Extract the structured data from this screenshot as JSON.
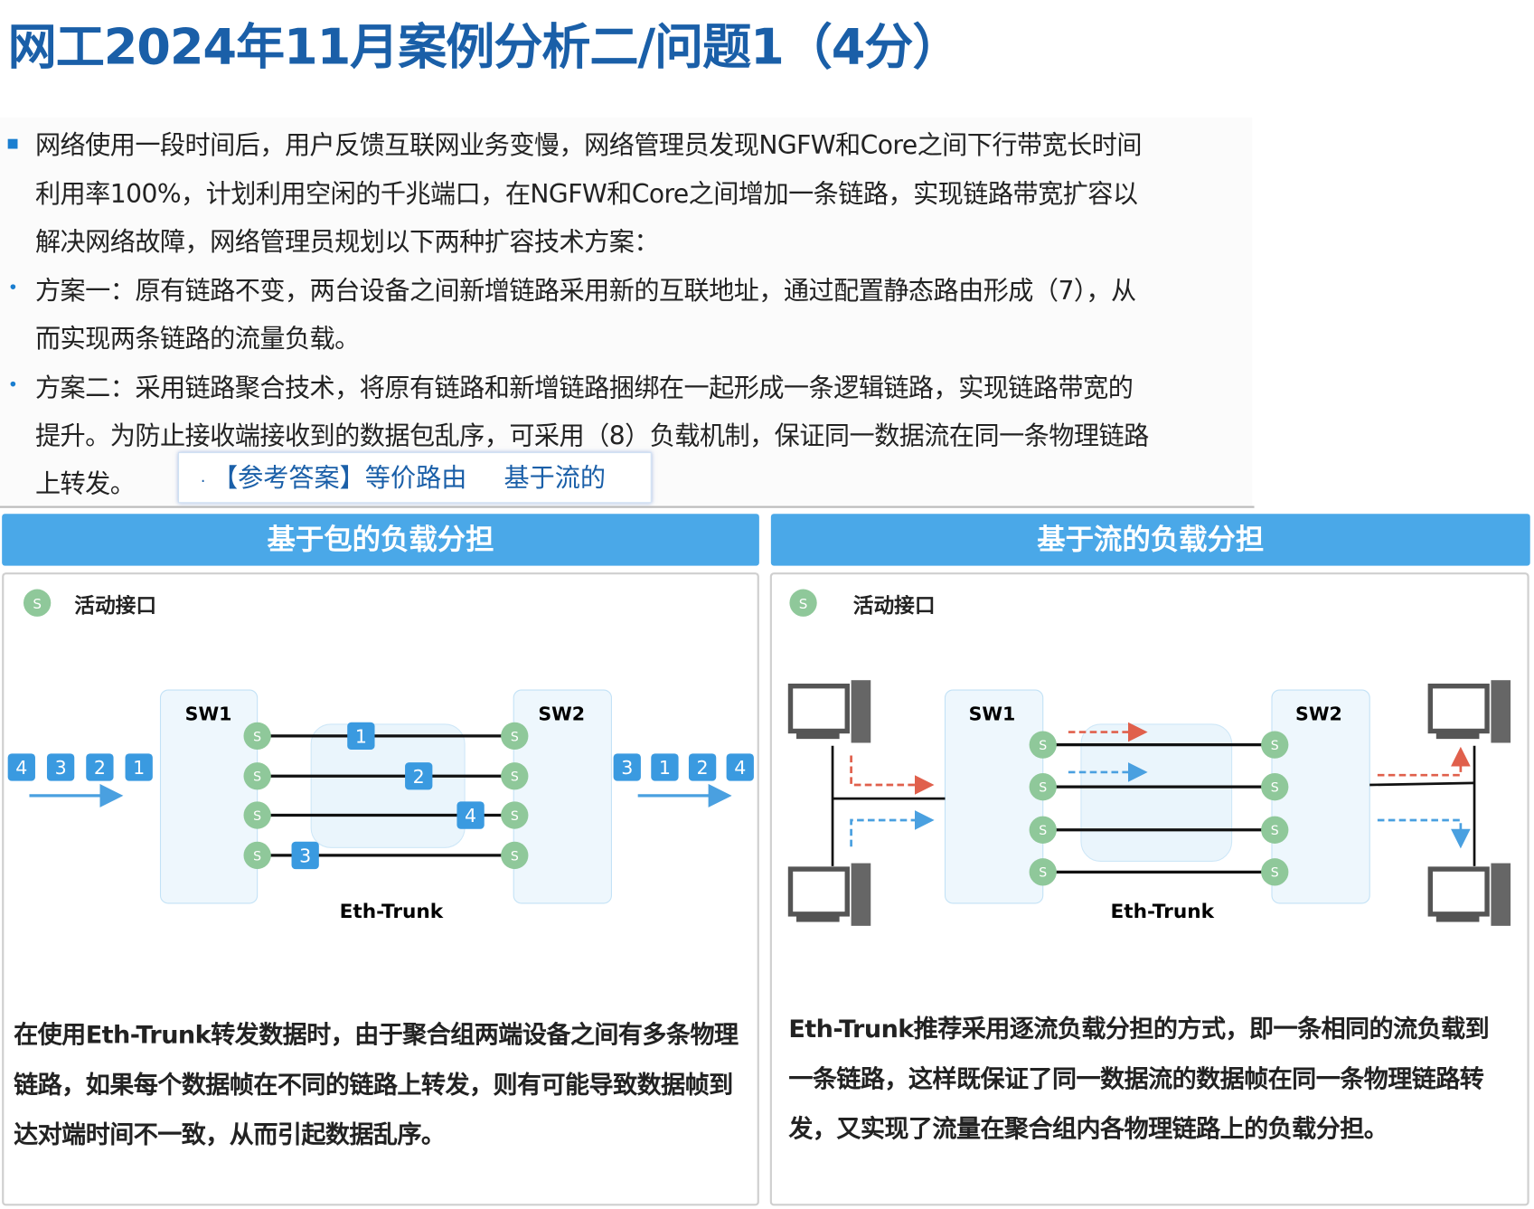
{
  "title": "网工2024年11月案例分析二/问题1（4分）",
  "question": {
    "lines": [
      "网络使用一段时间后，用户反馈互联网业务变慢，网络管理员发现NGFW和Core之间下行带宽长时间",
      "利用率100%，计划利用空闲的千兆端口，在NGFW和Core之间增加一条链路，实现链路带宽扩容以",
      "解决网络故障，网络管理员规划以下两种扩容技术方案：",
      "方案一：原有链路不变，两台设备之间新增链路采用新的互联地址，通过配置静态路由形成（7），从",
      "而实现两条链路的流量负载。",
      "方案二：采用链路聚合技术，将原有链路和新增链路捆绑在一起形成一条逻辑链路，实现链路带宽的",
      "提升。为防止接收端接收到的数据包乱序，可采用（8）负载机制，保证同一数据流在同一条物理链路",
      "上转发。"
    ]
  },
  "answer": {
    "bullet": "·",
    "label": "【参考答案】等价路由",
    "value2": "基于流的"
  },
  "left_panel": {
    "header": "基于包的负载分担",
    "legend": "活动接口",
    "legend_icon": "S",
    "sw1": "SW1",
    "sw2": "SW2",
    "trunk": "Eth-Trunk",
    "in_queue": [
      "4",
      "3",
      "2",
      "1"
    ],
    "link_packets": [
      "1",
      "2",
      "4",
      "3"
    ],
    "out_queue": [
      "3",
      "1",
      "2",
      "4"
    ],
    "desc": "在使用Eth-Trunk转发数据时，由于聚合组两端设备之间有多条物理链路，如果每个数据帧在不同的链路上转发，则有可能导致数据帧到达对端时间不一致，从而引起数据乱序。"
  },
  "right_panel": {
    "header": "基于流的负载分担",
    "legend": "活动接口",
    "legend_icon": "S",
    "sw1": "SW1",
    "sw2": "SW2",
    "trunk": "Eth-Trunk",
    "desc": "Eth-Trunk推荐采用逐流负载分担的方式，即一条相同的流负载到一条链路，这样既保证了同一数据流的数据帧在同一条物理链路转发，又实现了流量在聚合组内各物理链路上的负载分担。"
  },
  "colors": {
    "title": "#1a5fa8",
    "header": "#4aa8e8",
    "port": "#8fc89a",
    "packet": "#3a9ae0",
    "flow_red": "#e0604c",
    "flow_blue": "#4aa0e0"
  }
}
